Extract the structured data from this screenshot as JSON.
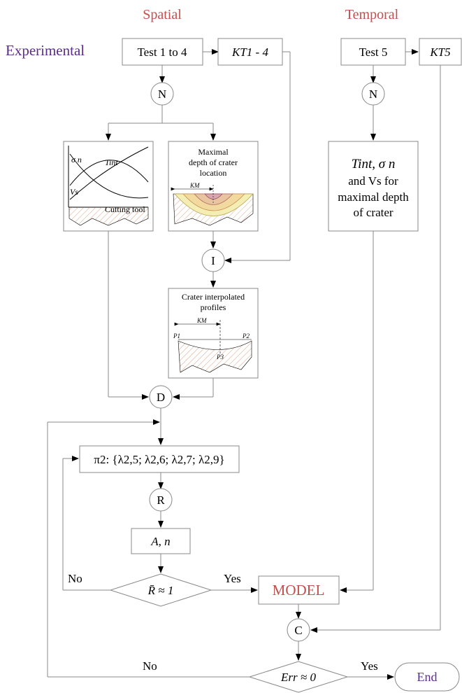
{
  "headers": {
    "spatial": "Spatial",
    "temporal": "Temporal",
    "experimental": "Experimental"
  },
  "boxes": {
    "test_1_4": "Test 1 to 4",
    "k_t1_4": "KT1 - 4",
    "test_5": "Test 5",
    "k_t5": "KT5",
    "a_n": "A, n",
    "model": "MODEL",
    "end": "End"
  },
  "nodes": {
    "n_left": "N",
    "n_right": "N",
    "i": "I",
    "d": "D",
    "r": "R",
    "c": "C"
  },
  "panels": {
    "stress_plot": {
      "sigma": "σ n",
      "tint": "Tint",
      "vs": "Vs",
      "tool": "Cutting tool"
    },
    "crater_location": {
      "line1": "Maximal",
      "line2": "depth of crater",
      "line3": "location",
      "km": "KM"
    },
    "interpolated": {
      "line1": "Crater interpolated",
      "line2": "profiles",
      "km": "KM",
      "p1": "P1",
      "p2": "P2",
      "p3": "P3"
    },
    "temporal_text": {
      "line1": "Tint, σ n",
      "line2": "and Vs for",
      "line3": "maximal depth",
      "line4": "of crater"
    }
  },
  "pi_box": "π2: {λ2,5; λ2,6; λ2,7; λ2,9}",
  "decisions": {
    "r_approx": "R̄ ≈ 1",
    "err_approx": "Err ≈ 0"
  },
  "edges": {
    "no_1": "No",
    "yes_1": "Yes",
    "no_2": "No",
    "yes_2": "Yes"
  },
  "colors": {
    "header": "#c0504d",
    "experimental": "#5b2c8e",
    "line": "#888888"
  }
}
